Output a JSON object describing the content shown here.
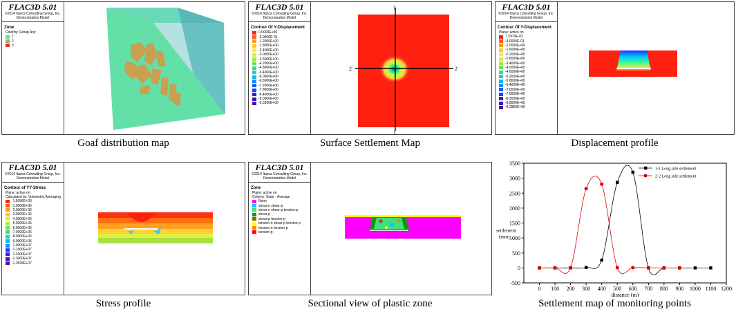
{
  "header": {
    "app": "FLAC3D 5.01",
    "copyright": "©2014 Itasca Consulting Group, Inc.",
    "model": "Demonstration Model"
  },
  "panels": {
    "goaf": {
      "caption": "Goaf distribution map",
      "legend_title": "Zone",
      "legend_sub": "Colorby: Group     Any",
      "items": [
        {
          "label": "1",
          "color": "#5fe0b0"
        },
        {
          "label": "2",
          "color": "#c8a050"
        },
        {
          "label": "3",
          "color": "#e03030"
        }
      ]
    },
    "surface": {
      "caption": "Surface Settlement Map",
      "legend_title": "Contour Of Y-Displacement",
      "values": [
        "0.0000E+00",
        "-6.0000E-01",
        "-1.2000E+00",
        "-1.8000E+00",
        "-2.4000E+00",
        "-3.0000E+00",
        "-3.6000E+00",
        "-4.2000E+00",
        "-4.8000E+00",
        "-5.4000E+00",
        "-6.0000E+00",
        "-6.6000E+00",
        "-7.2000E+00",
        "-7.8000E+00",
        "-8.4000E+00",
        "-9.0000E+00",
        "-9.3360E+00"
      ],
      "line_labels": {
        "v_top": "1",
        "v_bottom": "1",
        "h_left": "2",
        "h_right": "2"
      }
    },
    "displacement": {
      "caption": "Displacement profile",
      "legend_title": "Contour Of Y-Displacement",
      "legend_sub": "Plane: active on",
      "values": [
        "7.2913E-02",
        "-4.0000E-01",
        "-1.0000E+00",
        "-1.6000E+00",
        "-2.2000E+00",
        "-2.8000E+00",
        "-3.4000E+00",
        "-4.0000E+00",
        "-4.6000E+00",
        "-5.2000E+00",
        "-5.8000E+00",
        "-6.4000E+00",
        "-7.0000E+00",
        "-7.6000E+00",
        "-8.2000E+00",
        "-8.8000E+00",
        "-9.3983E+00"
      ]
    },
    "stress": {
      "caption": "Stress profile",
      "legend_title": "Contour of YY-Stress",
      "legend_sub": "Plane: active on",
      "legend_sub2": "Calculated by: Volumetric Averaging",
      "values": [
        "-1.5096E+03",
        "-1.0000E+06",
        "-2.0000E+06",
        "-3.0000E+06",
        "-4.0000E+06",
        "-5.0000E+06",
        "-6.0000E+06",
        "-7.0000E+06",
        "-8.0000E+06",
        "-9.0000E+06",
        "-1.0000E+07",
        "-1.1000E+07",
        "-1.2000E+07",
        "-1.3000E+07",
        "-1.3528E+07"
      ]
    },
    "plastic": {
      "caption": "Sectional view of plastic zone",
      "legend_title": "Zone",
      "legend_sub": "Plane: active on",
      "legend_sub2": "Colorby: State - Average",
      "items": [
        {
          "label": "None",
          "color": "#ff00ff"
        },
        {
          "label": "shear-n shear-p",
          "color": "#00c8ff"
        },
        {
          "label": "shear-n shear-p tension-p",
          "color": "#40e080"
        },
        {
          "label": "shear-p",
          "color": "#00a000"
        },
        {
          "label": "shear-p tension-p",
          "color": "#8a6030"
        },
        {
          "label": "tension-n shear-p tension-p",
          "color": "#ffff00"
        },
        {
          "label": "tension-n tension-p",
          "color": "#ff8000"
        },
        {
          "label": "tension-p",
          "color": "#ff0000"
        }
      ]
    },
    "settlement": {
      "caption": "Settlement map of monitoring points"
    }
  },
  "chart_data": {
    "type": "line",
    "xlabel": "distance (m)",
    "ylabel": "settlement (mm)",
    "xlim": [
      -100,
      1200
    ],
    "ylim": [
      -500,
      3500
    ],
    "xticks": [
      0,
      100,
      200,
      300,
      400,
      500,
      600,
      700,
      800,
      900,
      1000,
      1100,
      1200
    ],
    "yticks": [
      -500,
      0,
      500,
      1000,
      1500,
      2000,
      2500,
      3000,
      3500
    ],
    "legend_position": "top-right",
    "series": [
      {
        "name": "1-1 Long side settlement",
        "color": "#000000",
        "marker": "square",
        "x": [
          0,
          100,
          200,
          300,
          400,
          500,
          600,
          700,
          800,
          900,
          1000,
          1100
        ],
        "y": [
          0,
          0,
          0,
          15,
          260,
          2860,
          3200,
          0,
          0,
          0,
          0,
          0
        ]
      },
      {
        "name": "2-2 Long side settlement",
        "color": "#e00000",
        "marker": "circle",
        "x": [
          0,
          100,
          200,
          300,
          400,
          500,
          600,
          700,
          800,
          900
        ],
        "y": [
          0,
          5,
          10,
          2650,
          2800,
          10,
          10,
          5,
          0,
          0
        ]
      }
    ]
  }
}
